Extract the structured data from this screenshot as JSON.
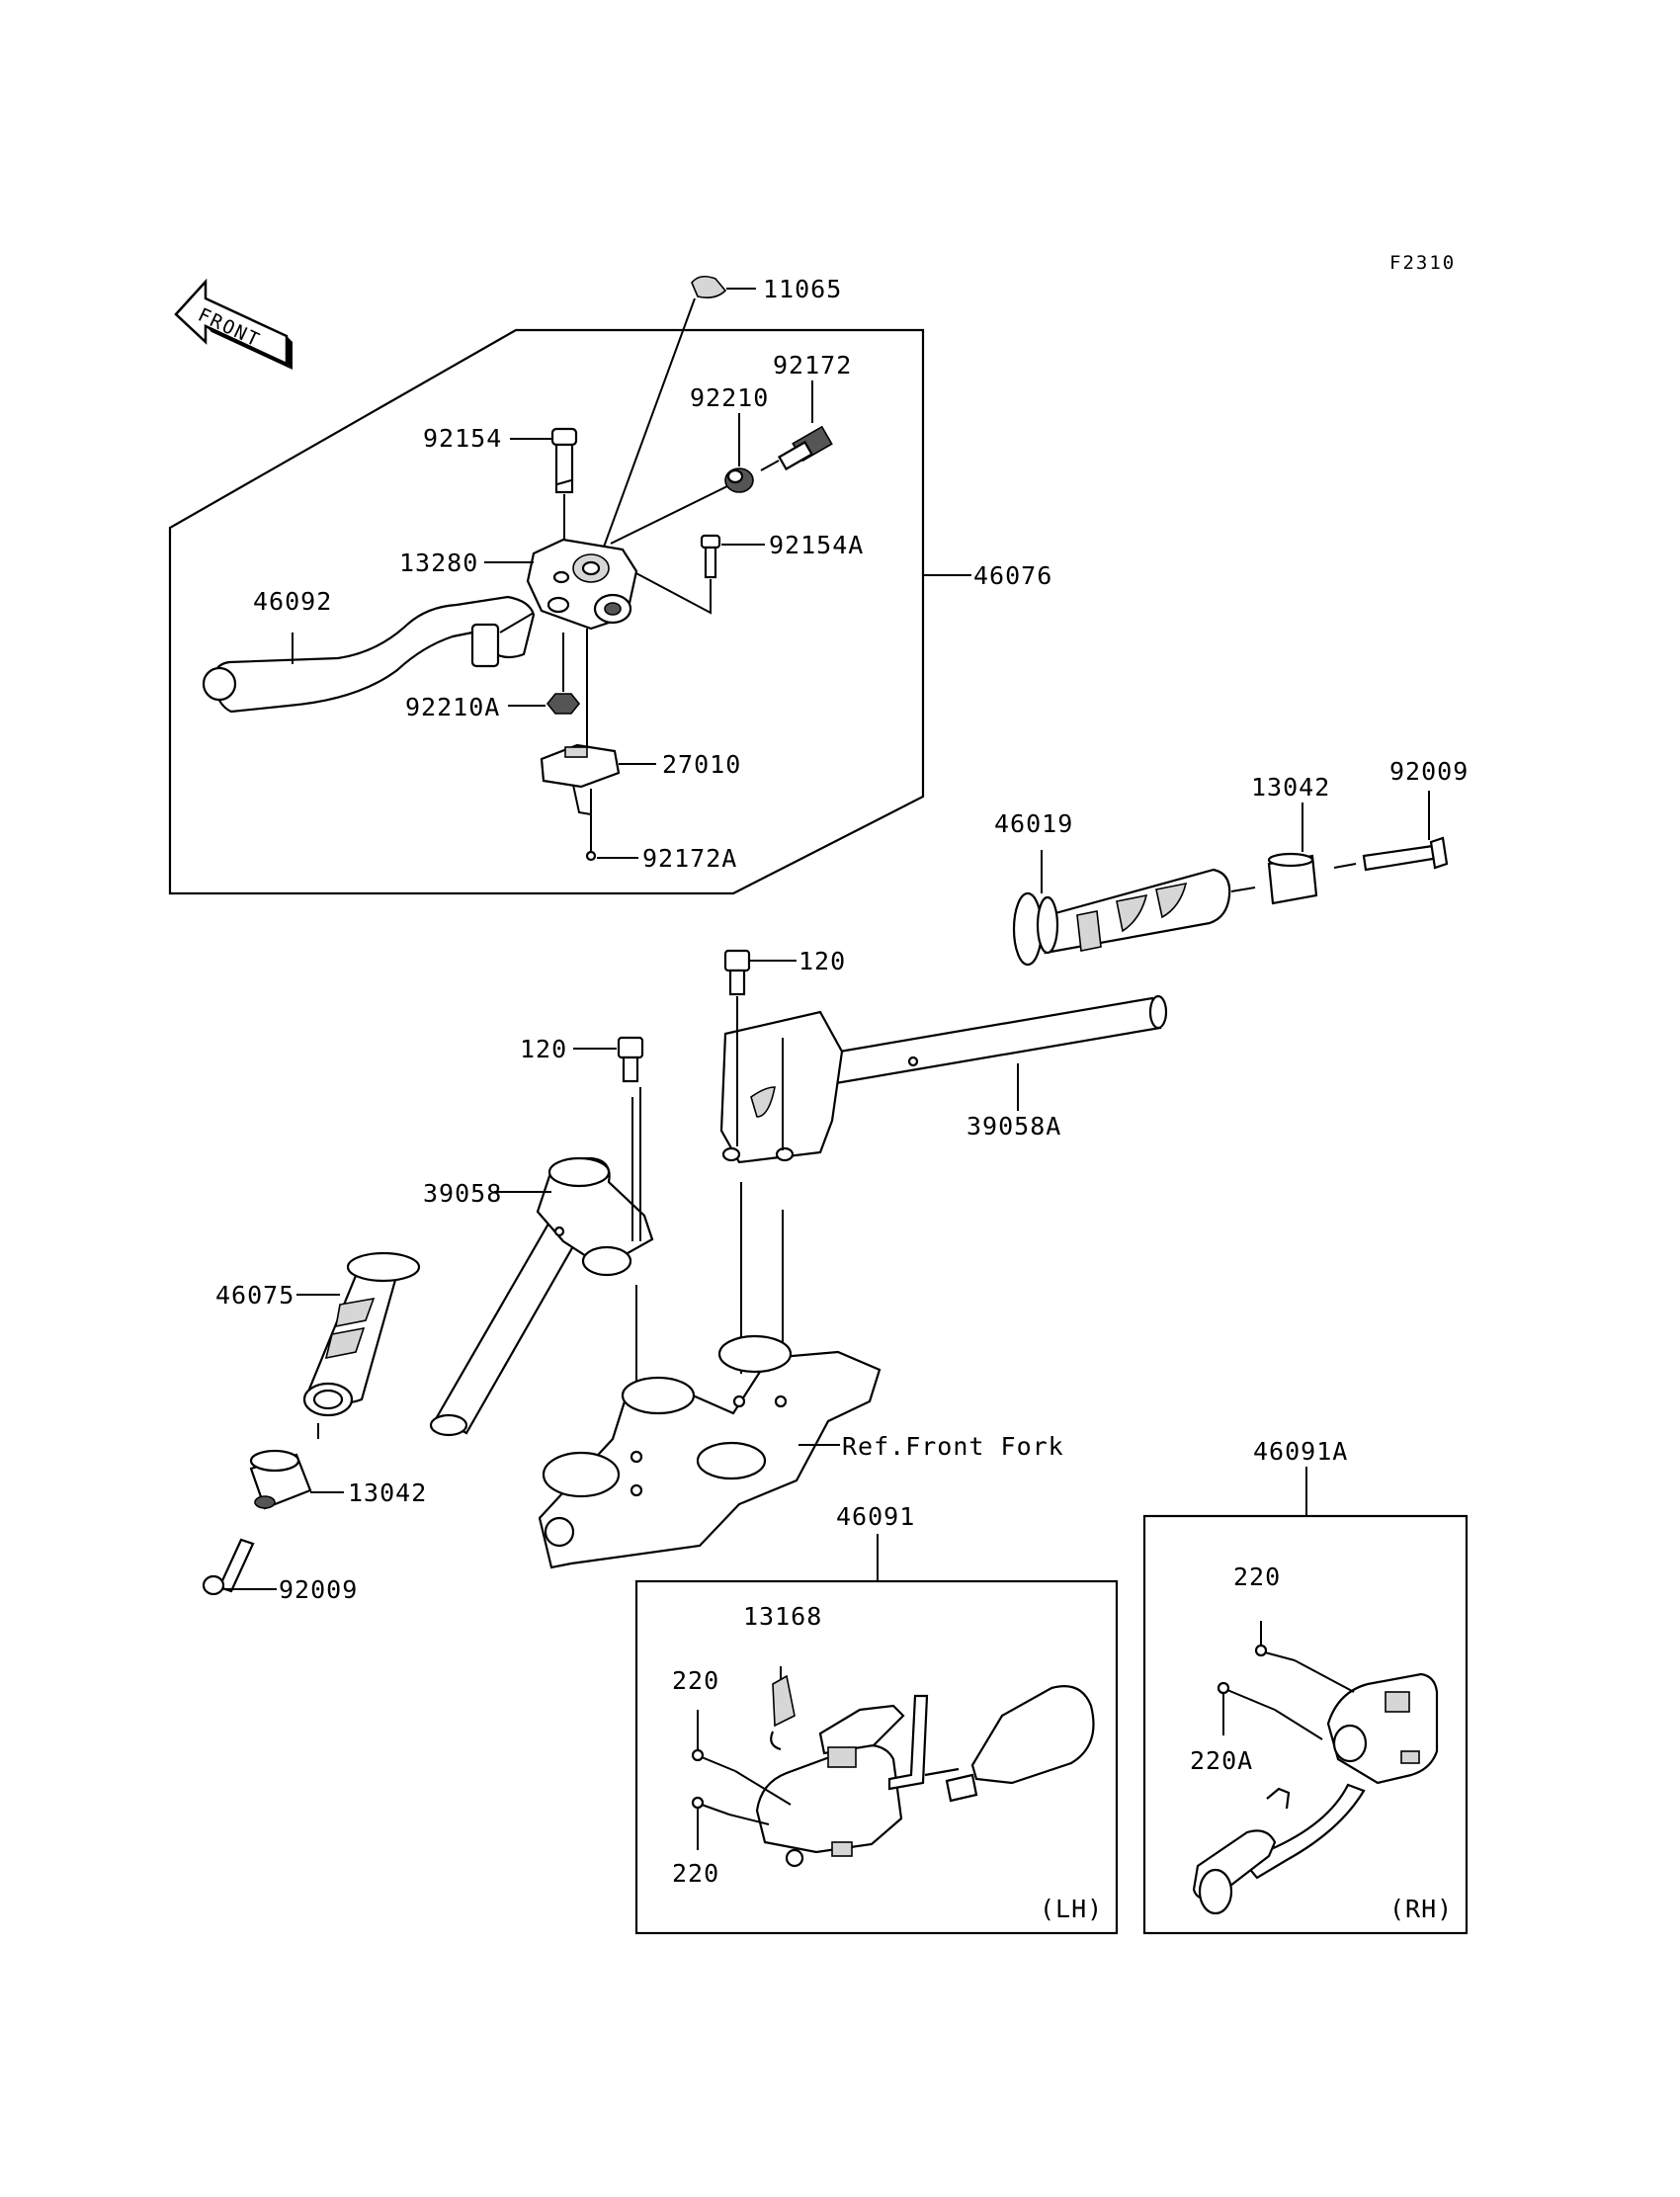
{
  "figure_code": "F2310",
  "front_arrow": {
    "label": "FRONT",
    "icon": "front-direction-arrow-icon"
  },
  "labels": {
    "p11065": "11065",
    "p92172": "92172",
    "p92210": "92210",
    "p92154": "92154",
    "p92154A": "92154A",
    "p13280": "13280",
    "p46076": "46076",
    "p46092": "46092",
    "p92210A": "92210A",
    "p27010": "27010",
    "p92172A": "92172A",
    "p46019": "46019",
    "p13042_right": "13042",
    "p92009_right": "92009",
    "p120_top": "120",
    "p120_left": "120",
    "p39058A": "39058A",
    "p39058": "39058",
    "p46075": "46075",
    "p13042_left": "13042",
    "p92009_left": "92009",
    "ref_front_fork": "Ref.Front Fork",
    "p46091": "46091",
    "p46091A": "46091A",
    "p13168": "13168",
    "p220_lh_top": "220",
    "p220_lh_bottom": "220",
    "lh": "(LH)",
    "p220_rh": "220",
    "p220A_rh": "220A",
    "rh": "(RH)"
  }
}
